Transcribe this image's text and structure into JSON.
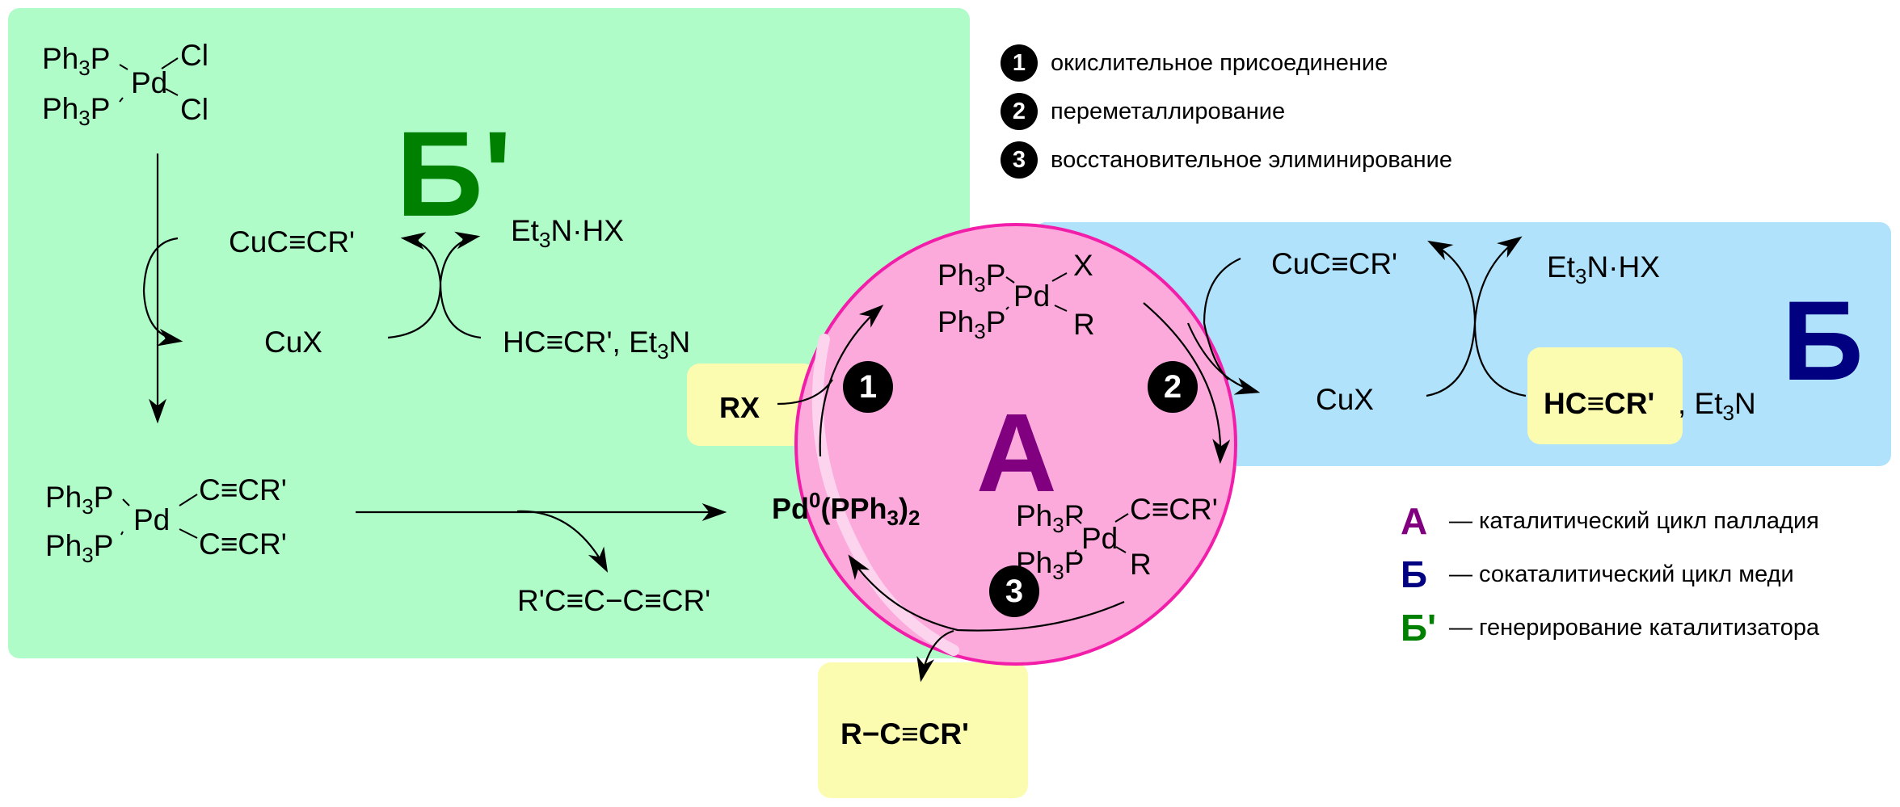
{
  "colors": {
    "panel_green": "#b0fcc8",
    "panel_blue": "#b0e2fc",
    "circle_fill": "#fcaadc",
    "circle_stroke": "#f21eaa",
    "highlight_box": "#fcfcb0",
    "label_A": "#800080",
    "label_B": "#000080",
    "label_B_prime": "#008000"
  },
  "step_legend": [
    {
      "num": "1",
      "text": "окислительное присоединение"
    },
    {
      "num": "2",
      "text": "переметаллирование"
    },
    {
      "num": "3",
      "text": "восстановительное элиминирование"
    }
  ],
  "cycle_legend": [
    {
      "letter": "А",
      "text": "— каталитический цикл палладия"
    },
    {
      "letter": "Б",
      "text": "— сокаталитический цикл меди"
    },
    {
      "letter": "Б'",
      "text": "— генерирование каталитизатора"
    }
  ],
  "labels": {
    "A": "А",
    "B": "Б",
    "B_prime": "Б'"
  },
  "green_panel": {
    "precatalyst": {
      "ligand_top": "Ph",
      "ligand_top_sub": "3",
      "ligand_top_end": "P",
      "ligand_bot": "Ph",
      "ligand_bot_sub": "3",
      "ligand_bot_end": "P",
      "metal": "Pd",
      "x_top": "Cl",
      "x_bot": "Cl"
    },
    "cu_acetylide": "CuC≡CR'",
    "amine_salt": {
      "pre": "Et",
      "sub": "3",
      "post": "N·HX"
    },
    "cux": "CuX",
    "alkyne_amine": {
      "pre": "HC≡CR', Et",
      "sub": "3",
      "post": "N"
    },
    "bis_alkynyl": {
      "ligand_top": "Ph",
      "sub": "3",
      "ligand_end": "P",
      "metal": "Pd",
      "r_top": "C≡CR'",
      "r_bot": "C≡CR'"
    },
    "diyne": "R'C≡C−C≡CR'"
  },
  "pd_cycle": {
    "pd0": {
      "pre": "Pd",
      "sup": "0",
      "mid": "(PPh",
      "sub1": "3",
      "mid2": ")",
      "sub2": "2"
    },
    "oxidative_adduct": {
      "ligand": "Ph",
      "sub": "3",
      "ligand_end": "P",
      "metal": "Pd",
      "x": "X",
      "r": "R"
    },
    "transmetalated": {
      "ligand": "Ph",
      "sub": "3",
      "ligand_end": "P",
      "metal": "Pd",
      "r_top": "C≡CR'",
      "r_bot": "R"
    },
    "rx": "RX",
    "product": "R−C≡CR'",
    "steps": [
      "1",
      "2",
      "3"
    ]
  },
  "blue_panel": {
    "cu_acetylide": "CuC≡CR'",
    "amine_salt": {
      "pre": "Et",
      "sub": "3",
      "post": "N·HX"
    },
    "cux": "CuX",
    "alkyne": "HC≡CR'",
    "amine": {
      "pre": ", Et",
      "sub": "3",
      "post": "N"
    }
  }
}
